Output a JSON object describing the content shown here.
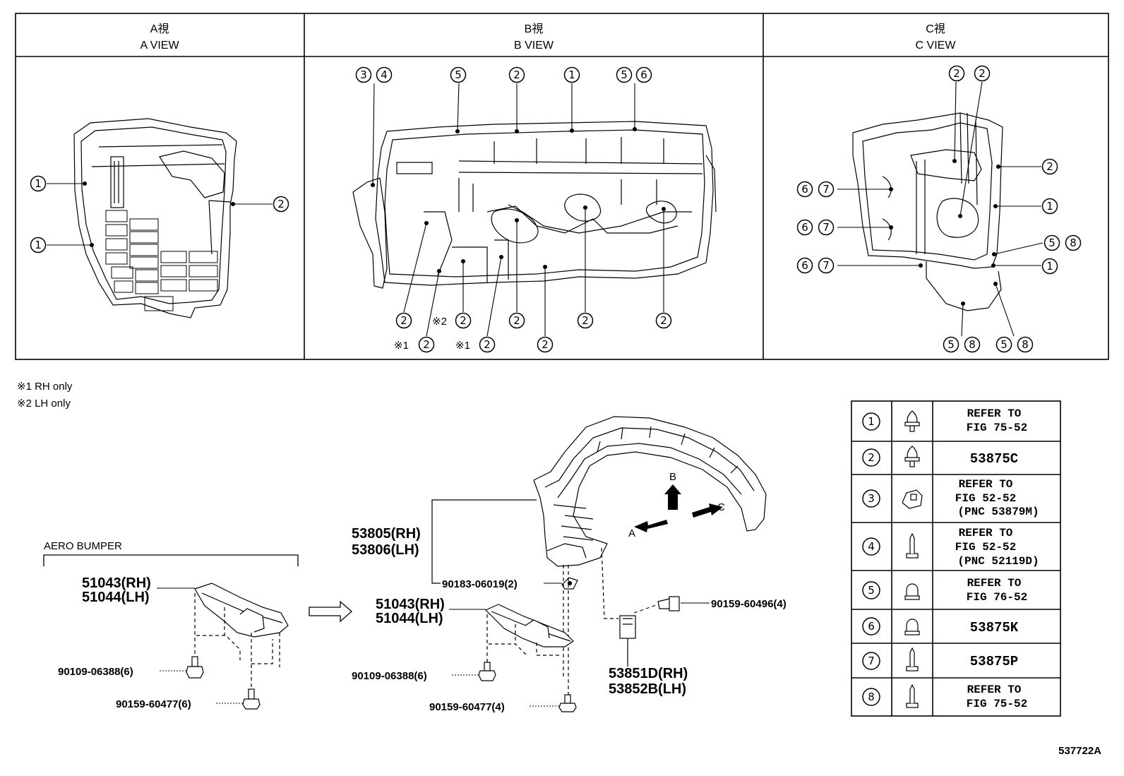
{
  "views": [
    {
      "jp": "A視",
      "en": "A VIEW"
    },
    {
      "jp": "B視",
      "en": "B VIEW"
    },
    {
      "jp": "C視",
      "en": "C VIEW"
    }
  ],
  "marks": {
    "n1": "1",
    "n2": "2",
    "n3": "3",
    "n4": "4",
    "n5": "5",
    "n6": "6",
    "n7": "7",
    "n8": "8",
    "k1": "※1",
    "k2": "※2"
  },
  "notes": {
    "rh_only": "※1 RH only",
    "lh_only": "※2 LH only"
  },
  "parts": {
    "liner_rh": "53805(RH)",
    "liner_lh": "53806(LH)",
    "nut_clip": "90183-06019(2)",
    "bolt_a": "90159-60496(4)",
    "guard_rh": "53851D(RH)",
    "guard_lh": "53852B(LH)",
    "cover_rh": "51043(RH)",
    "cover_lh": "51044(LH)",
    "bolt_6388": "90109-06388(6)",
    "bolt_60477_6": "90159-60477(6)",
    "bolt_60477_4": "90159-60477(4)",
    "aero": "AERO BUMPER",
    "view_a": "A",
    "view_b": "B",
    "view_c": "C"
  },
  "legend": [
    {
      "num": "1",
      "lines": [
        "REFER TO",
        "FIG 75-52"
      ]
    },
    {
      "num": "2",
      "lines": [
        "53875C"
      ]
    },
    {
      "num": "3",
      "lines": [
        "REFER TO",
        "FIG 52-52",
        "(PNC 53879M)"
      ]
    },
    {
      "num": "4",
      "lines": [
        "REFER TO",
        "FIG 52-52",
        "(PNC 52119D)"
      ]
    },
    {
      "num": "5",
      "lines": [
        "REFER TO",
        "FIG 76-52"
      ]
    },
    {
      "num": "6",
      "lines": [
        "53875K"
      ]
    },
    {
      "num": "7",
      "lines": [
        "53875P"
      ]
    },
    {
      "num": "8",
      "lines": [
        "REFER TO",
        "FIG 75-52"
      ]
    }
  ],
  "figure_id": "537722A"
}
